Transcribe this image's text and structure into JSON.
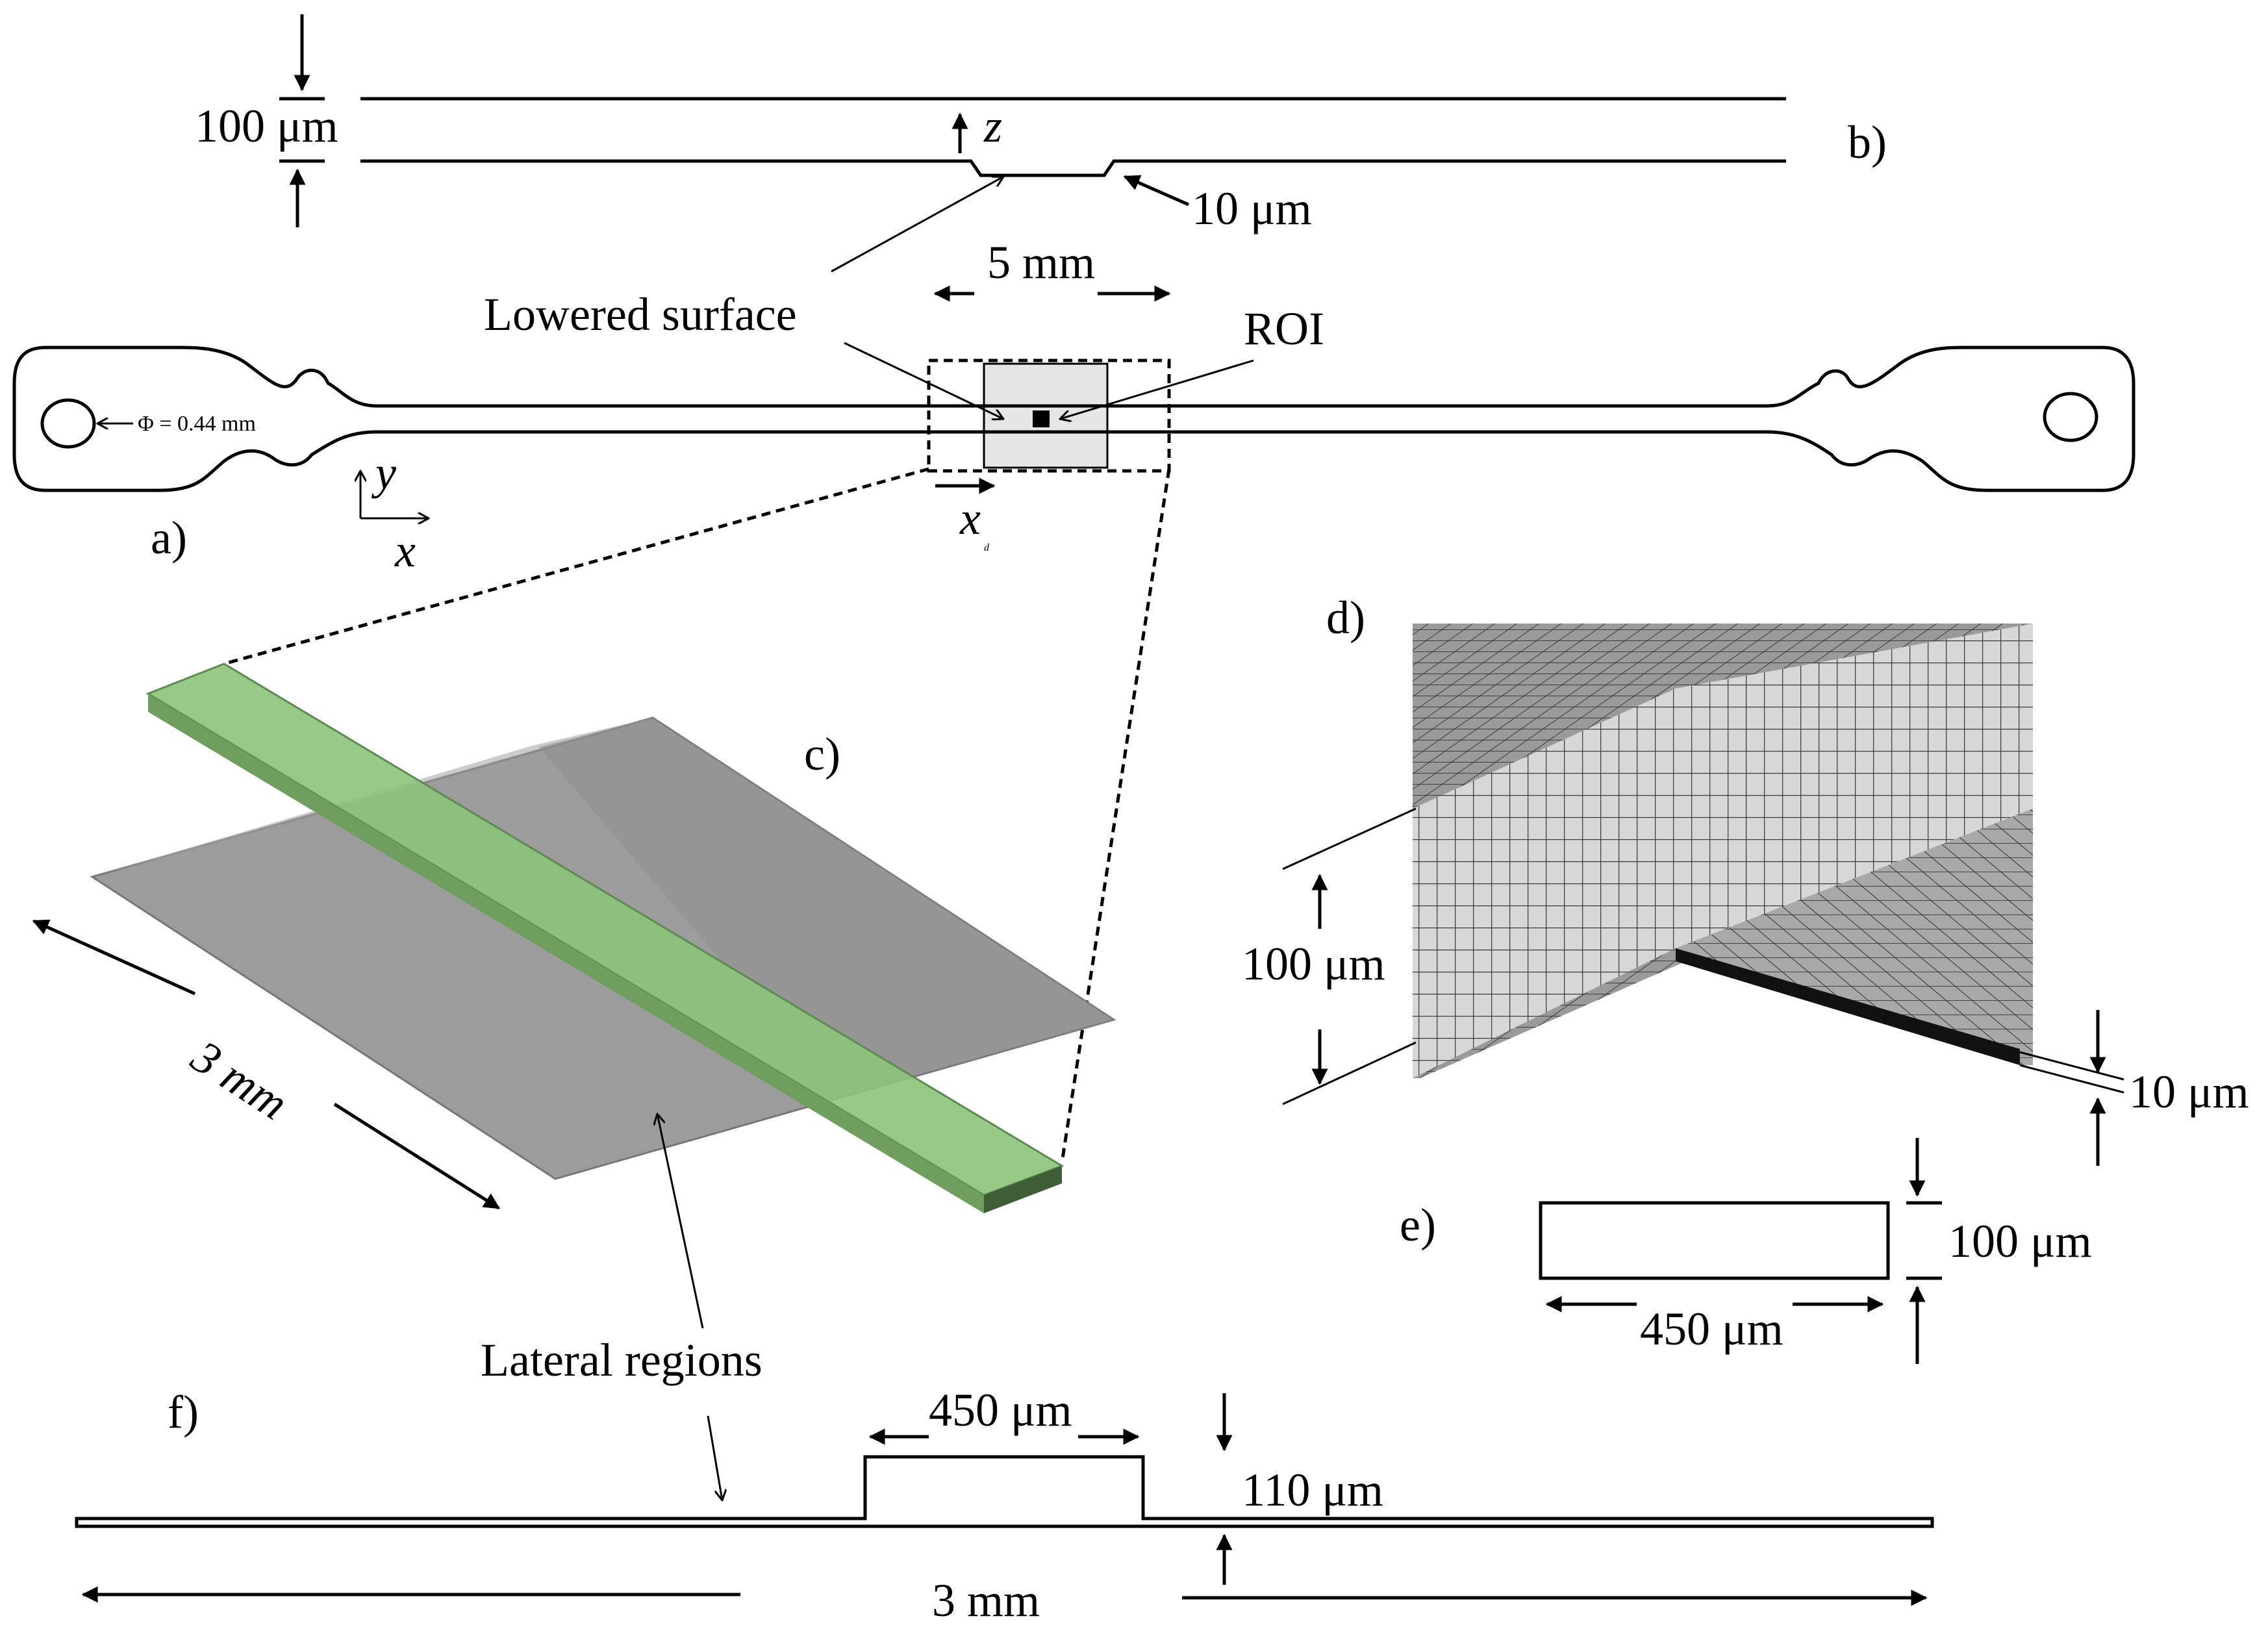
{
  "panels": {
    "a": {
      "tag": "a)",
      "axis_y": "y",
      "axis_x": "x",
      "axis_xd": "x",
      "axis_xd_sub": "d",
      "diameter": "Φ = 0.44 mm",
      "width_5mm": "5 mm",
      "lowered_surface": "Lowered surface",
      "roi": "ROI"
    },
    "b": {
      "tag": "b)",
      "thickness": "100 μm",
      "axis_z": "z",
      "depth": "10 μm"
    },
    "c": {
      "tag": "c)",
      "length": "3 mm",
      "lateral": "Lateral regions"
    },
    "d": {
      "tag": "d)",
      "height": "100 μm",
      "gap": "10 μm"
    },
    "e": {
      "tag": "e)",
      "height": "100 μm",
      "width": "450 μm"
    },
    "f": {
      "tag": "f)",
      "width": "450 μm",
      "height": "110 μm",
      "length": "3 mm"
    }
  },
  "colors": {
    "green": "#8cc47a",
    "green_dark": "#6f9e5f",
    "gray": "#9c9c9c",
    "gray_light": "#a9a9a9",
    "roi_fill": "#e6e6e6"
  }
}
